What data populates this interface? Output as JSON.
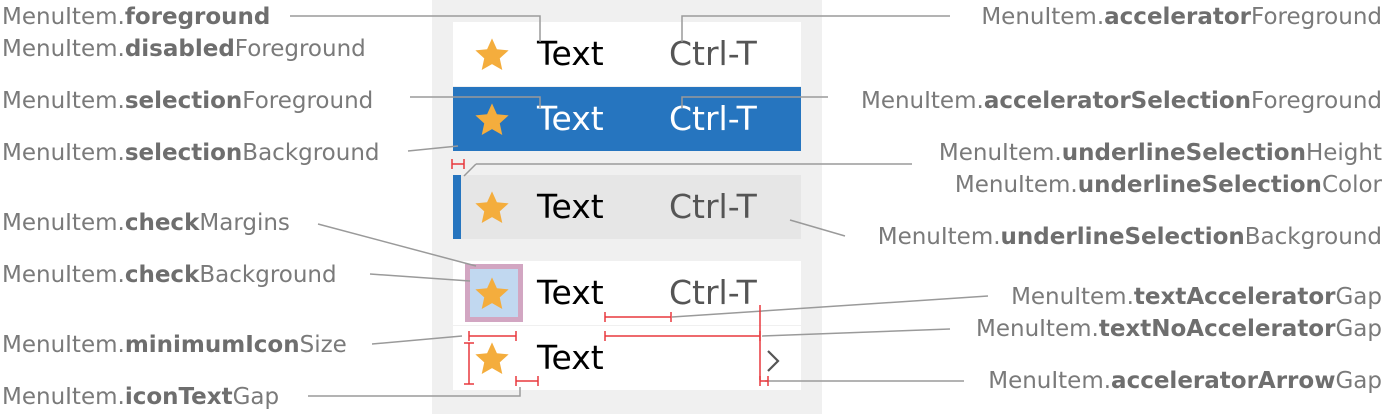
{
  "menu": {
    "items": [
      {
        "text": "Text",
        "accel": "Ctrl-T",
        "state": "normal"
      },
      {
        "text": "Text",
        "accel": "Ctrl-T",
        "state": "selected"
      },
      {
        "text": "Text",
        "accel": "Ctrl-T",
        "state": "underline-selected"
      },
      {
        "text": "Text",
        "accel": "Ctrl-T",
        "state": "checked"
      },
      {
        "text": "Text",
        "accel": "",
        "state": "submenu"
      }
    ]
  },
  "labels": {
    "foreground": {
      "prefix": "MenuItem.",
      "bold": "foreground",
      "suffix": ""
    },
    "disabledForeground": {
      "prefix": "MenuItem.",
      "bold": "disabled",
      "suffix": "Foreground"
    },
    "selectionForeground": {
      "prefix": "MenuItem.",
      "bold": "selection",
      "suffix": "Foreground"
    },
    "selectionBackground": {
      "prefix": "MenuItem.",
      "bold": "selection",
      "suffix": "Background"
    },
    "checkMargins": {
      "prefix": "MenuItem.",
      "bold": "check",
      "suffix": "Margins"
    },
    "checkBackground": {
      "prefix": "MenuItem.",
      "bold": "check",
      "suffix": "Background"
    },
    "minimumIconSize": {
      "prefix": "MenuItem.",
      "bold": "minimumIcon",
      "suffix": "Size"
    },
    "iconTextGap": {
      "prefix": "MenuItem.",
      "bold": "iconText",
      "suffix": "Gap"
    },
    "acceleratorForeground": {
      "prefix": "MenuItem.",
      "bold": "accelerator",
      "suffix": "Foreground"
    },
    "acceleratorSelectionForeground": {
      "prefix": "MenuItem.",
      "bold": "acceleratorSelection",
      "suffix": "Foreground"
    },
    "underlineSelectionHeight": {
      "prefix": "MenuItem.",
      "bold": "underlineSelection",
      "suffix": "Height"
    },
    "underlineSelectionColor": {
      "prefix": "MenuItem.",
      "bold": "underlineSelection",
      "suffix": "Color"
    },
    "underlineSelectionBackground": {
      "prefix": "MenuItem.",
      "bold": "underlineSelection",
      "suffix": "Background"
    },
    "textAcceleratorGap": {
      "prefix": "MenuItem.",
      "bold": "textAccelerator",
      "suffix": "Gap"
    },
    "textNoAcceleratorGap": {
      "prefix": "MenuItem.",
      "bold": "textNoAccelerator",
      "suffix": "Gap"
    },
    "acceleratorArrowGap": {
      "prefix": "MenuItem.",
      "bold": "acceleratorArrow",
      "suffix": "Gap"
    }
  },
  "colors": {
    "selection": "#2675bf",
    "underlineBackground": "#e6e6e6",
    "underlineColor": "#2675bf",
    "checkBackground": "#c1d8f0",
    "checkMargins": "#d2a6c2",
    "star": "#f4ad3d",
    "measure": "#e8383d",
    "leader": "#9a9a9a"
  },
  "icons": [
    "star-icon",
    "chevron-right-icon"
  ]
}
